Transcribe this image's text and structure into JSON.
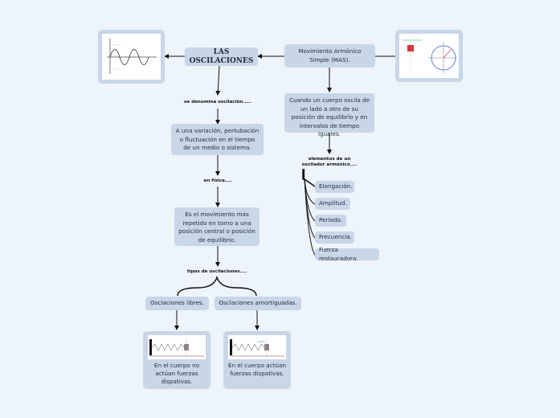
{
  "nodes": {
    "main": "LAS OSCILACIONES",
    "mas": "Movimiento Armónico Simple (MAS).",
    "def": "A una variación, pertubación o fluctuación en el tiempo de un medio o sistema.",
    "fisica": "Es el movimiento más repetido en torno a una posición central o posición de equilibrio.",
    "cuerpo": "Cuando un cuerpo oscila de un lado a otro de su posición de equilibrio y en intervalos de tiempo iguales.",
    "libres": "Osclaciones libres.",
    "amortiguadas": "Osclaciones amortiguadas.",
    "cap_libres": "En el cuerpo no actúan fuerzas dispativas.",
    "cap_amortiguadas": "En el cuerpo actúan fuerzas dispativas."
  },
  "labels": {
    "denomina": "se denomina oscilación.....",
    "en_fisica": "en física....",
    "tipos": "tipos de oscilaciones....",
    "elementos": "elementos de un oscilador armónico...."
  },
  "elementos": [
    "Elongación.",
    "Amplitud.",
    "Periodo.",
    "Frecuencia.",
    "Fuerza restauradora."
  ],
  "colors": {
    "background": "#edf4fb",
    "node": "#c9d6e8",
    "connector": "#111111",
    "frame": "#c9d6e8"
  }
}
